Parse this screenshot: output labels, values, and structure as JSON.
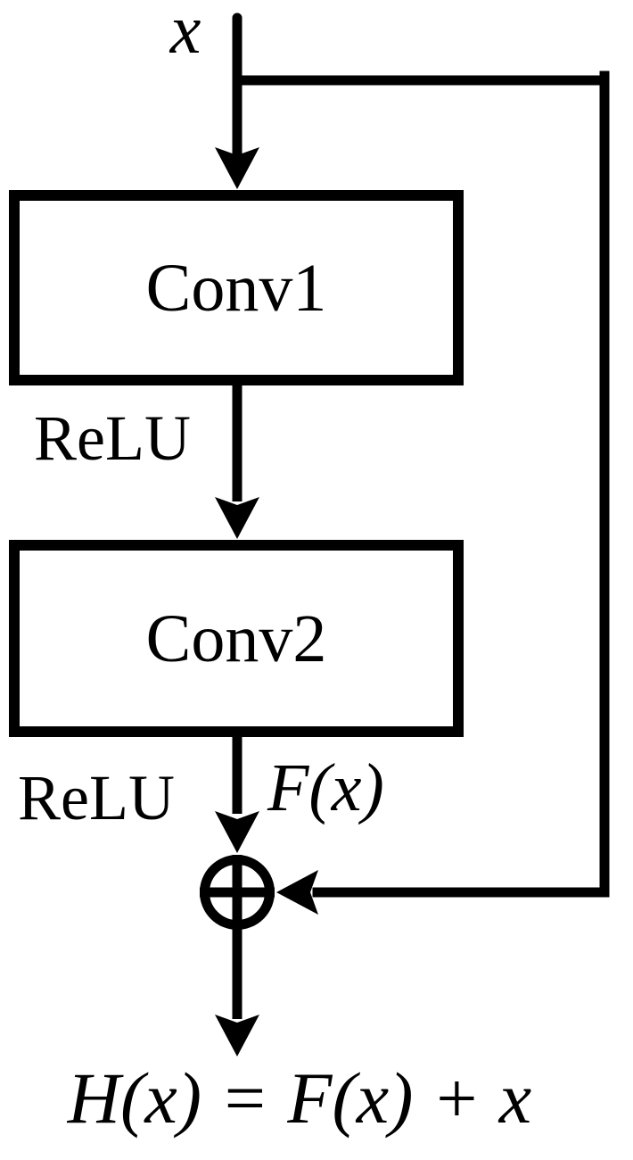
{
  "diagram": {
    "title": "residual-block",
    "input_label": "x",
    "blocks": [
      {
        "label": "Conv1"
      },
      {
        "label": "Conv2"
      }
    ],
    "relu_after_conv1": "ReLU",
    "relu_after_conv2": "ReLU",
    "branch_output_label": "F(x)",
    "sum_symbol": "plus-in-circle",
    "output_formula": "H(x) = F(x) + x",
    "colors": {
      "line": "#000000",
      "background": "#ffffff"
    }
  }
}
